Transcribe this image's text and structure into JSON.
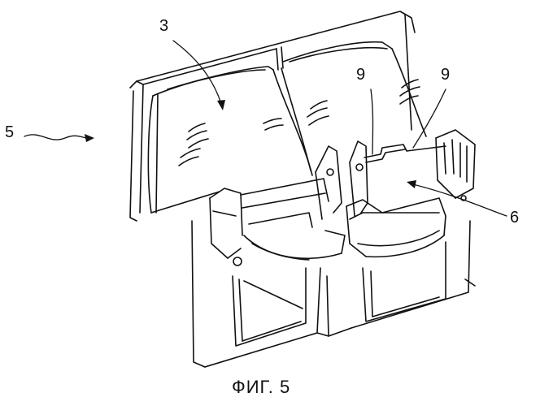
{
  "figure": {
    "caption": "ФИГ. 5",
    "labels": {
      "assembly": "5",
      "coil_left": "3",
      "terminal_a": "9",
      "terminal_b": "9",
      "coil_right": "6"
    }
  }
}
